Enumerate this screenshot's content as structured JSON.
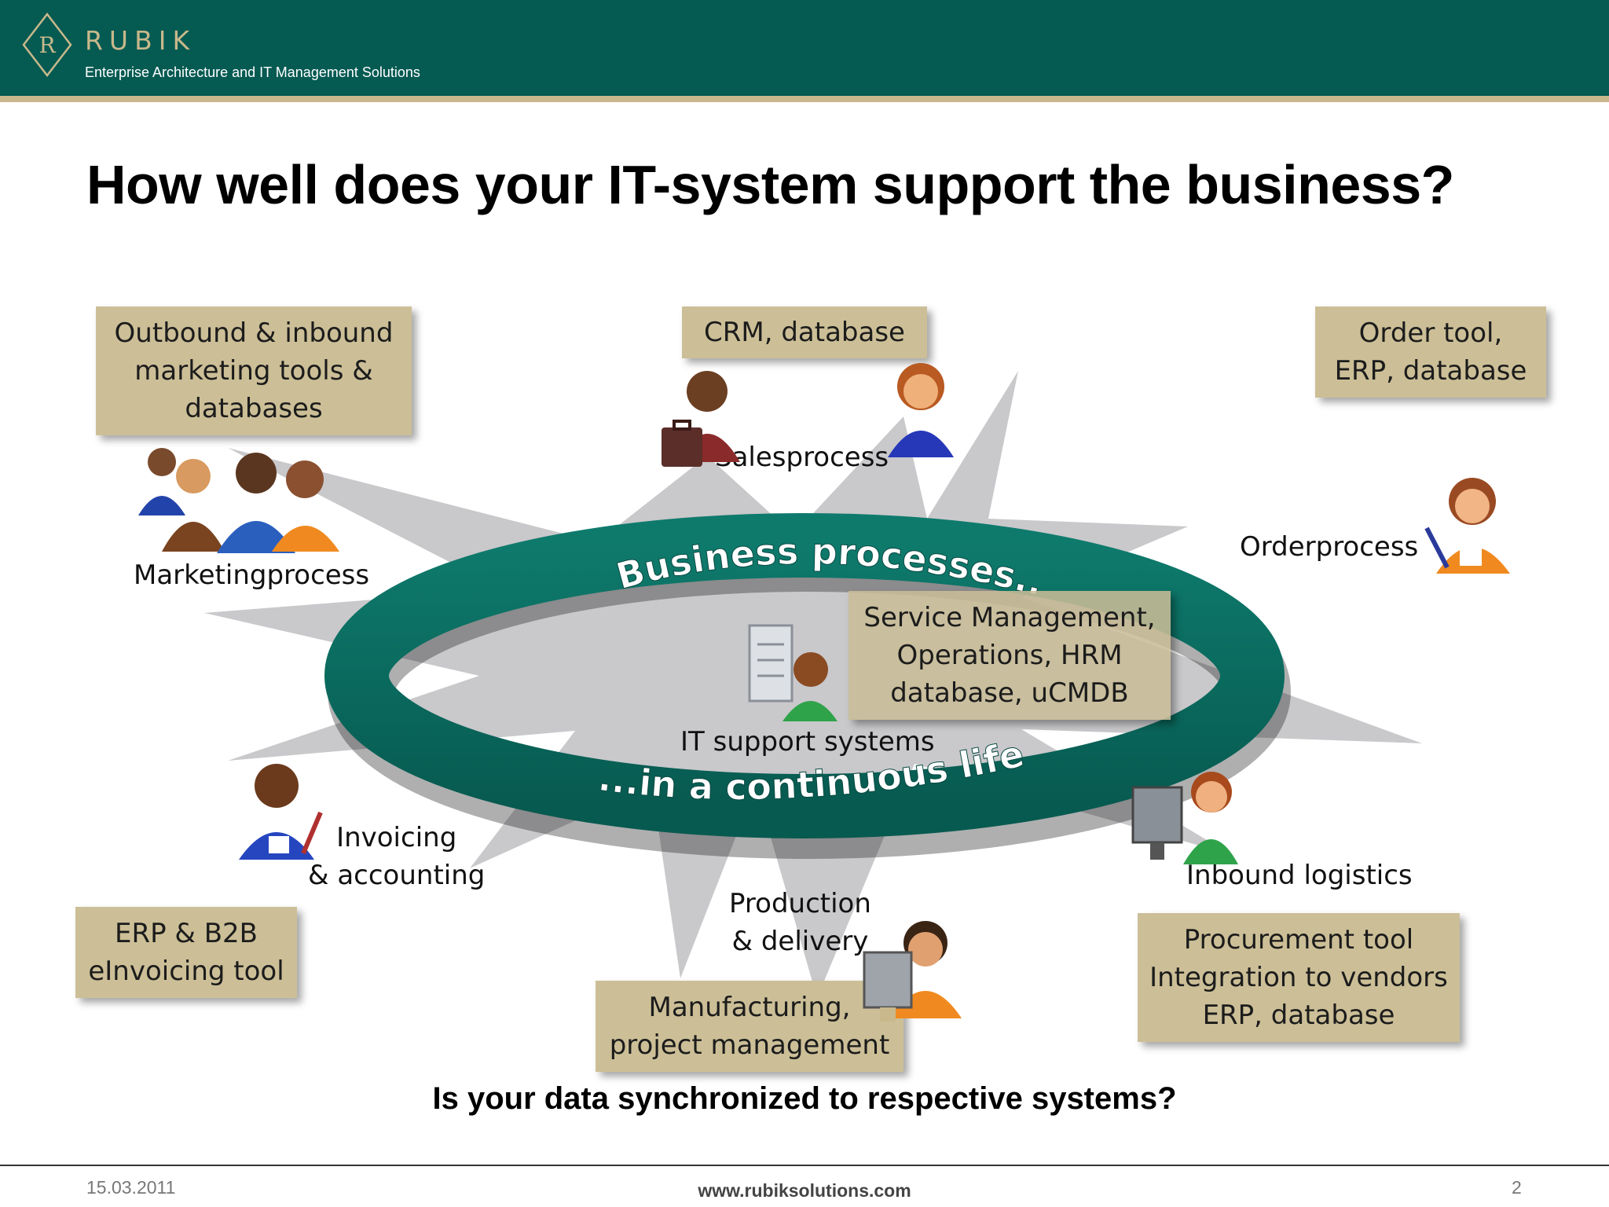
{
  "header": {
    "brand": "RUBIK",
    "logo_letter": "R",
    "tagline": "Enterprise Architecture and IT Management Solutions"
  },
  "slide": {
    "title": "How well does your IT-system support the business?",
    "question": "Is your data synchronized to respective systems?"
  },
  "ring": {
    "top_text": "Business processes...",
    "bottom_text": "...in a continuous lifec"
  },
  "processes": {
    "marketing": "Marketingprocess",
    "sales": "Salesprocess",
    "order": "Orderprocess",
    "it_support": "IT support systems",
    "invoicing": "Invoicing\n& accounting",
    "production": "Production\n& delivery",
    "inbound": "Inbound logistics"
  },
  "tools": {
    "marketing": "Outbound & inbound\nmarketing tools &\ndatabases",
    "sales": "CRM, database",
    "order": "Order tool,\nERP, database",
    "it_support": "Service Management,\nOperations, HRM\ndatabase, uCMDB",
    "invoicing": "ERP & B2B\neInvoicing tool",
    "production": "Manufacturing,\nproject management",
    "inbound": "Procurement tool\nIntegration to vendors\nERP, database"
  },
  "footer": {
    "date": "15.03.2011",
    "url": "www.rubiksolutions.com",
    "page": "2"
  },
  "colors": {
    "header": "#055a52",
    "accent_gold": "#c8b88b",
    "box_fill": "#ccbf97",
    "ring": "#0b6a5e",
    "star": "#c9c8cb"
  },
  "icons": [
    "logo-diamond-icon",
    "people-group-icon",
    "businessman-briefcase-icon",
    "woman-icon",
    "woman-writing-icon",
    "server-icon",
    "man-writing-icon",
    "monitor-icon"
  ]
}
